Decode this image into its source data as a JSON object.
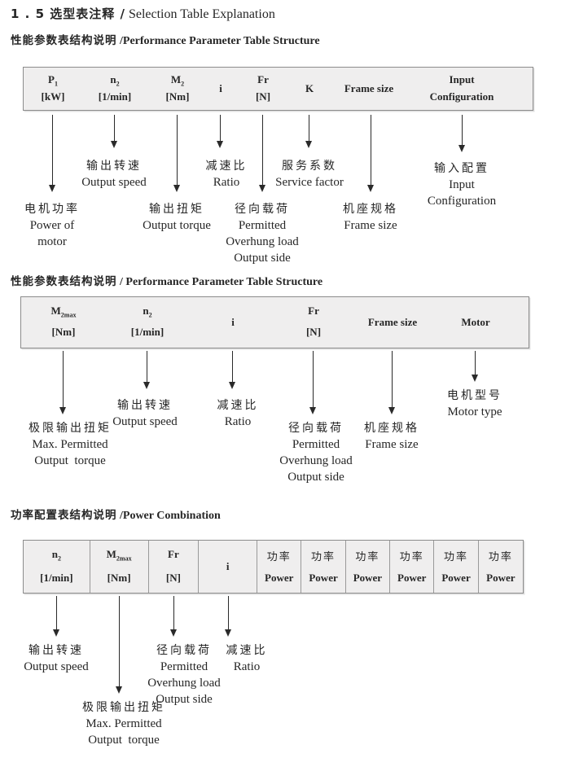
{
  "colors": {
    "table_bg": "#efeeee",
    "table_border": "#8c8c8c",
    "text": "#262626"
  },
  "title": {
    "zh": "1 . 5 选型表注释 /",
    "en": " Selection Table Explanation"
  },
  "sections": [
    {
      "heading_zh": "性能参数表结构说明",
      "heading_en": " /Performance Parameter Table Structure",
      "columns": [
        {
          "sym": "P",
          "sub": "1",
          "unit": "[kW]"
        },
        {
          "sym": "n",
          "sub": "2",
          "unit": "[1/min]"
        },
        {
          "sym": "M",
          "sub": "2",
          "unit": "[Nm]"
        },
        {
          "sym": "i",
          "sub": "",
          "unit": ""
        },
        {
          "sym": "Fr",
          "sub": "",
          "unit": "[N]"
        },
        {
          "sym": "K",
          "sub": "",
          "unit": ""
        },
        {
          "sym": "Frame size",
          "sub": "",
          "unit": ""
        },
        {
          "sym": "Input",
          "sub": "",
          "unit": "Configuration"
        }
      ],
      "callouts": [
        {
          "lines": [
            "电机功率",
            "Power of",
            "motor"
          ]
        },
        {
          "lines": [
            "输出转速",
            "Output speed"
          ]
        },
        {
          "lines": [
            "输出扭矩",
            "Output torque"
          ]
        },
        {
          "lines": [
            "减速比",
            "Ratio"
          ]
        },
        {
          "lines": [
            "径向载荷",
            "Permitted",
            "Overhung load",
            "Output side"
          ]
        },
        {
          "lines": [
            "服务系数",
            "Service factor"
          ]
        },
        {
          "lines": [
            "机座规格",
            "Frame size"
          ]
        },
        {
          "lines": [
            "输入配置",
            "Input",
            "Configuration"
          ]
        }
      ]
    },
    {
      "heading_zh": "性能参数表结构说明",
      "heading_en": " / Performance Parameter Table Structure",
      "columns": [
        {
          "sym": "M",
          "sub": "2max",
          "unit": "[Nm]"
        },
        {
          "sym": "n",
          "sub": "2",
          "unit": "[1/min]"
        },
        {
          "sym": "i",
          "sub": "",
          "unit": ""
        },
        {
          "sym": "Fr",
          "sub": "",
          "unit": "[N]"
        },
        {
          "sym": "Frame size",
          "sub": "",
          "unit": ""
        },
        {
          "sym": "Motor",
          "sub": "",
          "unit": ""
        }
      ],
      "callouts": [
        {
          "lines": [
            "极限输出扭矩",
            "Max. Permitted",
            "Output  torque"
          ]
        },
        {
          "lines": [
            "输出转速",
            "Output speed"
          ]
        },
        {
          "lines": [
            "减速比",
            "Ratio"
          ]
        },
        {
          "lines": [
            "径向载荷",
            "Permitted",
            "Overhung load",
            "Output side"
          ]
        },
        {
          "lines": [
            "机座规格",
            "Frame size"
          ]
        },
        {
          "lines": [
            "电机型号",
            "Motor type"
          ]
        }
      ]
    },
    {
      "heading_zh": "功率配置表结构说明",
      "heading_en": " /Power Combination",
      "columns": [
        {
          "sym": "n",
          "sub": "2",
          "unit": "[1/min]"
        },
        {
          "sym": "M",
          "sub": "2max",
          "unit": "[Nm]"
        },
        {
          "sym": "Fr",
          "sub": "",
          "unit": "[N]"
        },
        {
          "sym": "i",
          "sub": "",
          "unit": ""
        }
      ],
      "power_cell": {
        "zh": "功率",
        "en": "Power"
      },
      "callouts": [
        {
          "lines": [
            "输出转速",
            "Output speed"
          ]
        },
        {
          "lines": [
            "极限输出扭矩",
            "Max. Permitted",
            "Output  torque"
          ]
        },
        {
          "lines": [
            "径向载荷",
            "Permitted",
            "Overhung load",
            "Output side"
          ]
        },
        {
          "lines": [
            "减速比",
            "Ratio"
          ]
        }
      ]
    }
  ]
}
